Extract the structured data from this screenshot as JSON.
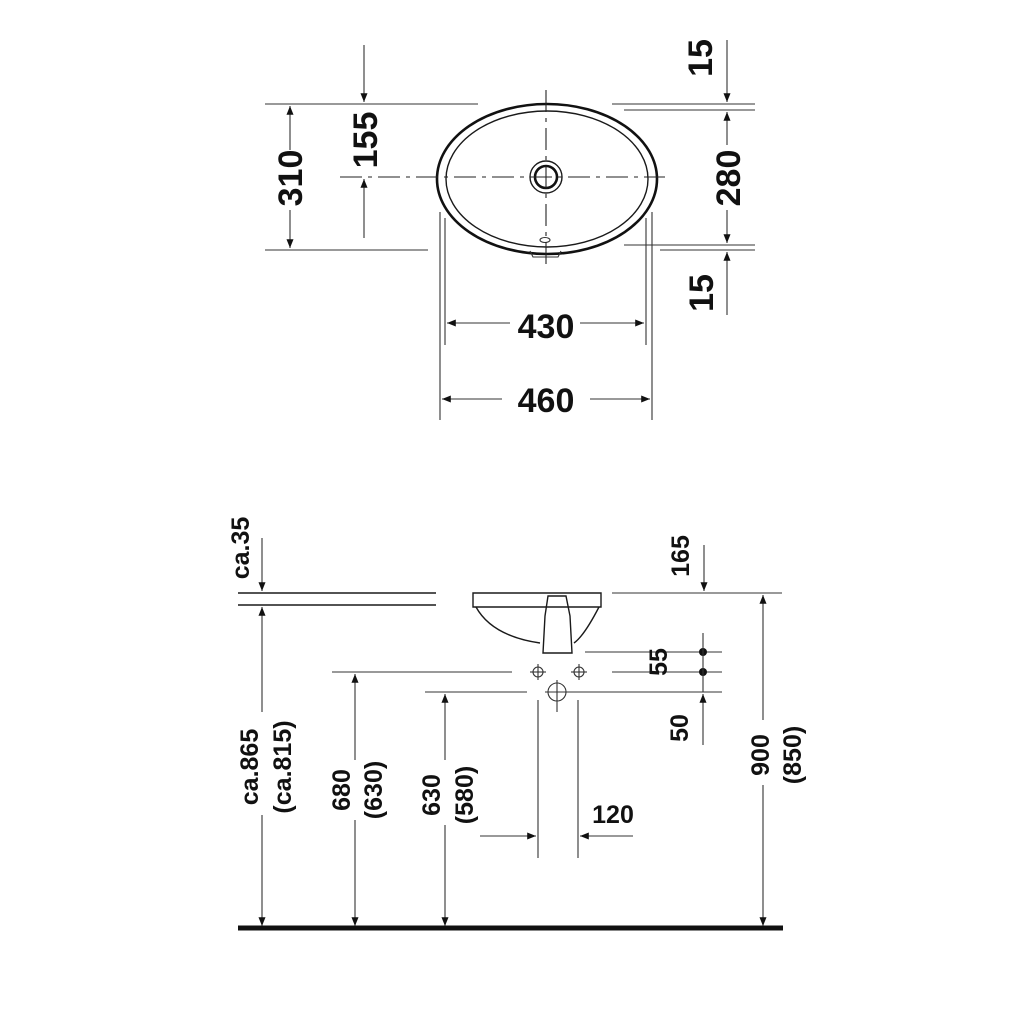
{
  "drawing": {
    "top_view": {
      "dimensions": {
        "overall_depth": "310",
        "drain_offset": "155",
        "top_rim": "15",
        "inner_depth": "280",
        "bottom_rim": "15",
        "inner_width": "430",
        "outer_width": "460"
      }
    },
    "side_view": {
      "dimensions": {
        "rim_thickness": "ca.35",
        "basin_height": "165",
        "tap_spacing_vertical": "55",
        "drain_offset_vertical": "50",
        "counter_height": "ca.865",
        "counter_height_alt": "(ca.815)",
        "tap_height": "680",
        "tap_height_alt": "(630)",
        "drain_height": "630",
        "drain_height_alt": "(580)",
        "rim_height": "900",
        "rim_height_alt": "(850)",
        "pipe_spacing": "120"
      }
    }
  }
}
